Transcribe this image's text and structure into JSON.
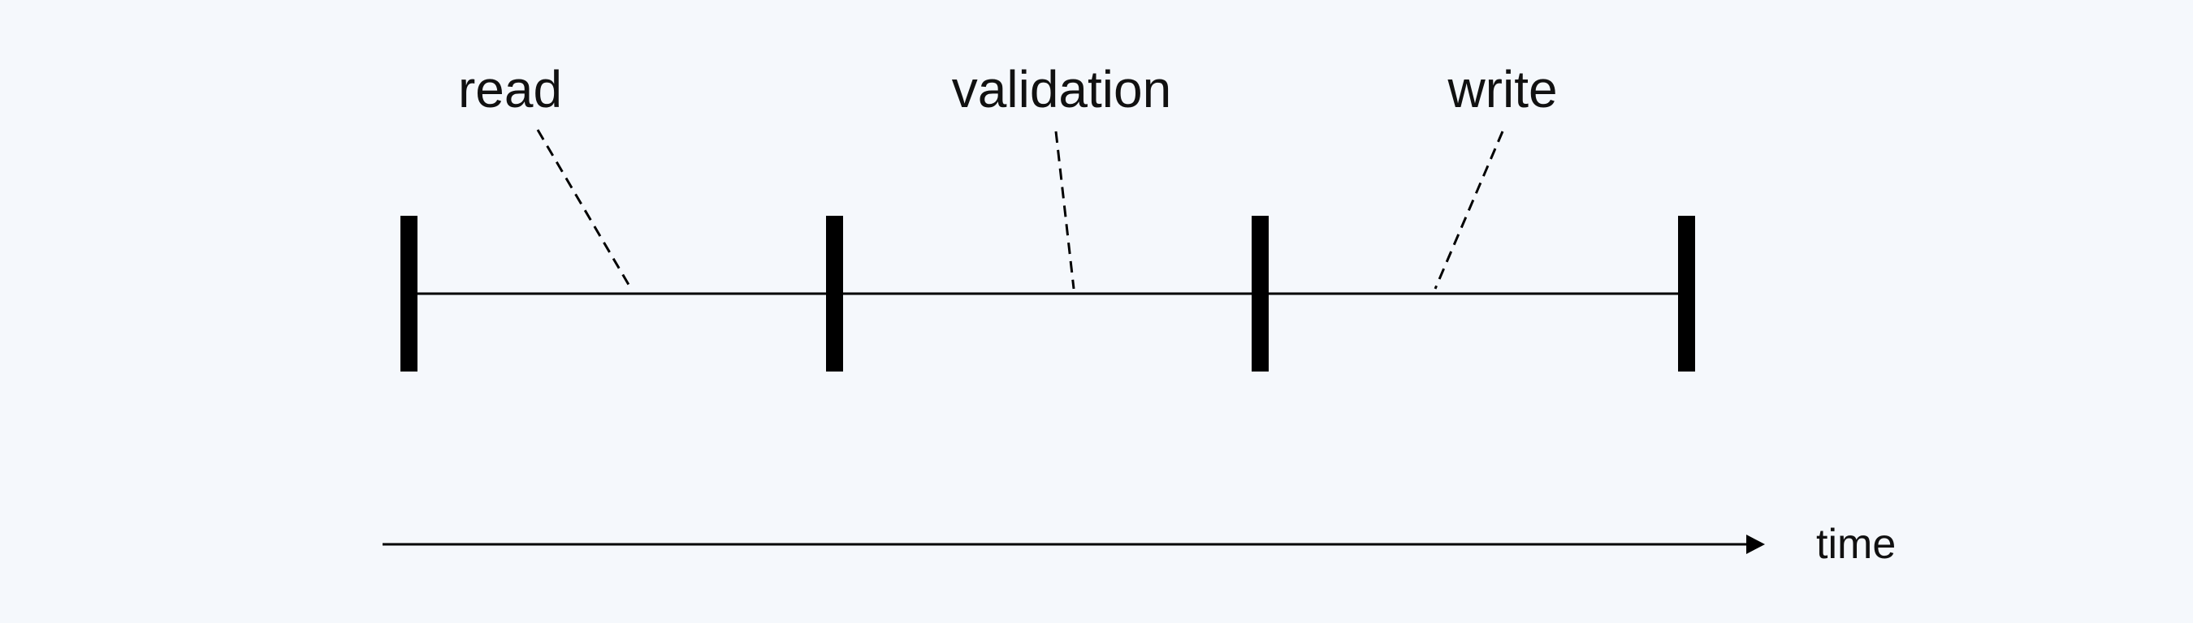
{
  "phases": [
    {
      "id": "read",
      "label": "read"
    },
    {
      "id": "validation",
      "label": "validation"
    },
    {
      "id": "write",
      "label": "write"
    }
  ],
  "axis": {
    "label": "time"
  },
  "colors": {
    "background": "#f5f8fc",
    "ink": "#000000"
  }
}
